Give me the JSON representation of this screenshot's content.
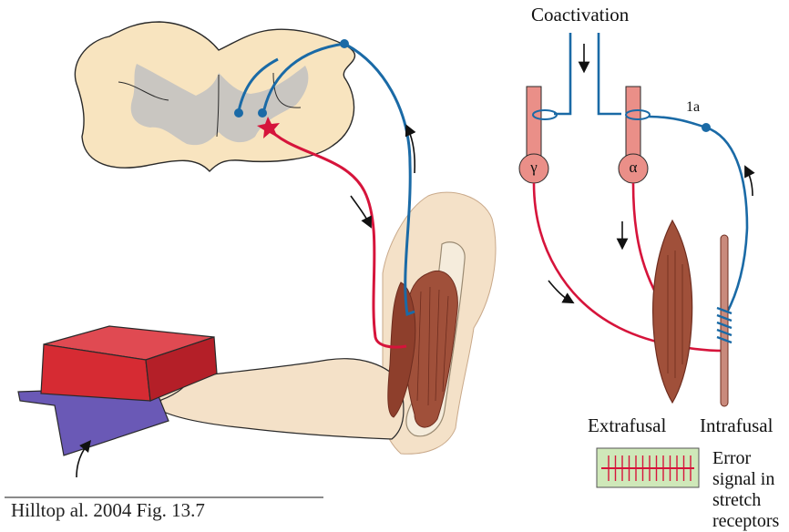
{
  "labels": {
    "coactivation": "Coactivation",
    "gamma": "γ",
    "alpha": "α",
    "one_a": "1a",
    "extrafusal": "Extrafusal",
    "intrafusal": "Intrafusal",
    "error_signal": "Error signal in stretch receptors",
    "caption": "Hilltop al. 2004 Fig. 13.7"
  },
  "colors": {
    "spinal_cord": "#f8e4bf",
    "gray_matter": "#c9c6c1",
    "motor_pathway": "#d6143b",
    "sensory_pathway": "#1a6aa6",
    "neuron_body": "#ea8f88",
    "muscle": "#a0503a",
    "skin": "#f4e1c8",
    "weight_top": "#d62b33",
    "platform": "#6a59b6",
    "error_panel": "#cfe8b9"
  }
}
